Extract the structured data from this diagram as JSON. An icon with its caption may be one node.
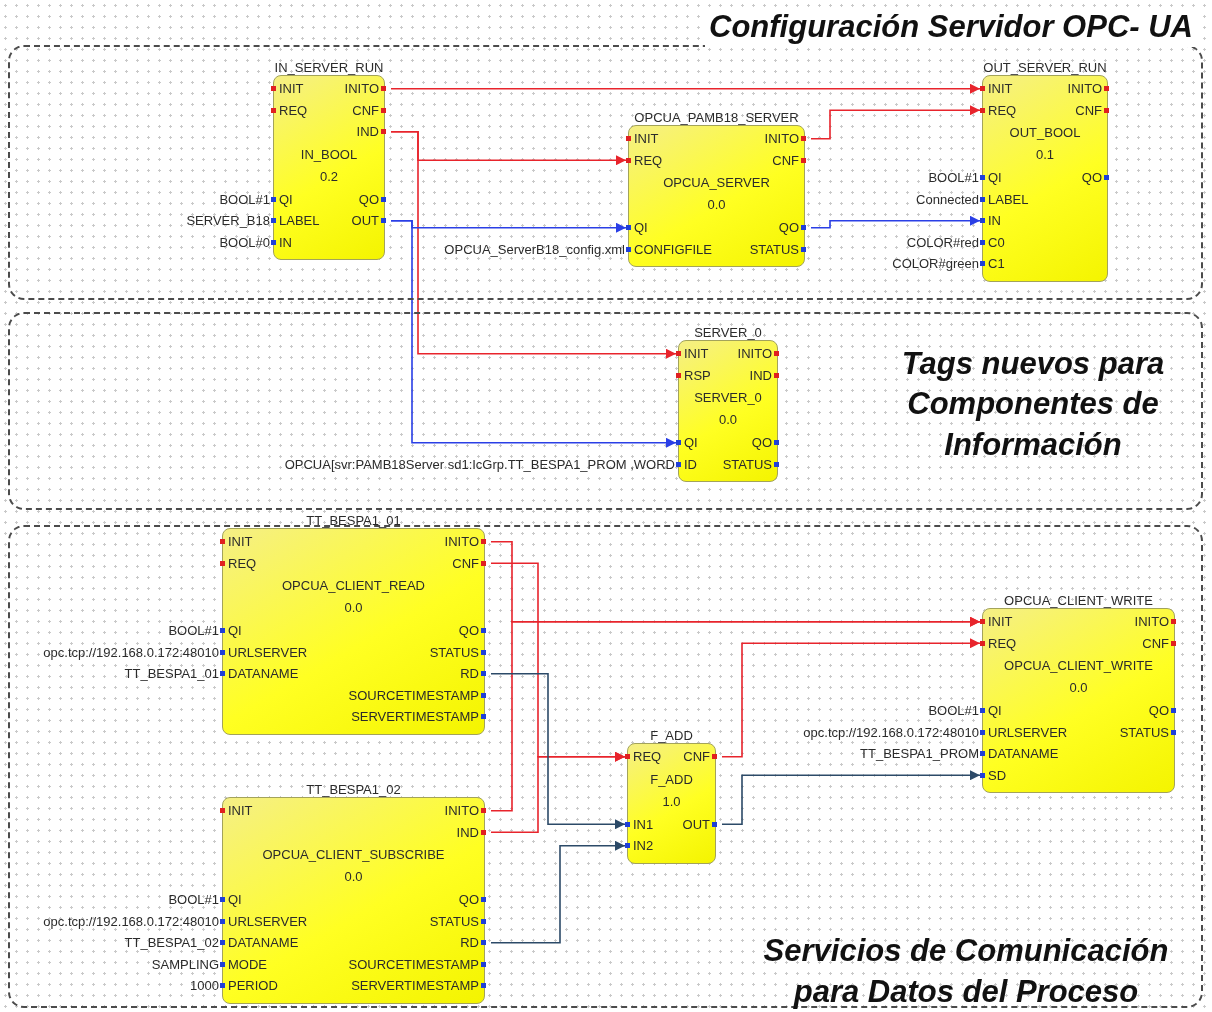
{
  "diagram": {
    "nodes": [
      {
        "text": [
          "Configuración Servidor OPC- UA"
        ]
      },
      {
        "text": [
          "IN_SERVER_RUN",
          "IN_BOOL",
          "0.2"
        ],
        "in": 0
      },
      {
        "text": [
          "INIT"
        ],
        "in": 1
      },
      {
        "text": [
          "INITO"
        ],
        "in": 1
      },
      {
        "text": [
          "REQ"
        ],
        "in": 1
      },
      {
        "text": [
          "CNF"
        ],
        "in": 1
      },
      {
        "text": [
          "IND"
        ],
        "in": 1
      },
      {
        "text": [
          "QI"
        ],
        "in": 1,
        "beside": [
          "BOOL#1"
        ]
      },
      {
        "text": [
          "QO"
        ],
        "in": 1
      },
      {
        "text": [
          "LABEL"
        ],
        "in": 1,
        "beside": [
          "SERVER_B18"
        ]
      },
      {
        "text": [
          "OUT"
        ],
        "in": 1
      },
      {
        "text": [
          "IN"
        ],
        "in": 1,
        "beside": [
          "BOOL#0"
        ]
      },
      {
        "text": [
          "OPCUA_PAMB18_SERVER",
          "OPCUA_SERVER",
          "0.0"
        ],
        "in": 0
      },
      {
        "text": [
          "INIT"
        ],
        "in": 12
      },
      {
        "text": [
          "INITO"
        ],
        "in": 12
      },
      {
        "text": [
          "REQ"
        ],
        "in": 12
      },
      {
        "text": [
          "CNF"
        ],
        "in": 12
      },
      {
        "text": [
          "QI"
        ],
        "in": 12
      },
      {
        "text": [
          "QO"
        ],
        "in": 12
      },
      {
        "text": [
          "CONFIGFILE"
        ],
        "in": 12,
        "beside": [
          "OPCUA_ServerB18_config.xml"
        ]
      },
      {
        "text": [
          "STATUS"
        ],
        "in": 12
      },
      {
        "text": [
          "OUT_SERVER_RUN",
          "OUT_BOOL",
          "0.1"
        ],
        "in": 0
      },
      {
        "text": [
          "INIT"
        ],
        "in": 21
      },
      {
        "text": [
          "INITO"
        ],
        "in": 21
      },
      {
        "text": [
          "REQ"
        ],
        "in": 21
      },
      {
        "text": [
          "CNF"
        ],
        "in": 21
      },
      {
        "text": [
          "QI"
        ],
        "in": 21,
        "beside": [
          "BOOL#1"
        ]
      },
      {
        "text": [
          "QO"
        ],
        "in": 21
      },
      {
        "text": [
          "LABEL"
        ],
        "in": 21,
        "beside": [
          "Connected"
        ]
      },
      {
        "text": [
          "IN"
        ],
        "in": 21
      },
      {
        "text": [
          "C0"
        ],
        "in": 21,
        "beside": [
          "COLOR#red"
        ]
      },
      {
        "text": [
          "C1"
        ],
        "in": 21,
        "beside": [
          "COLOR#green"
        ]
      },
      {
        "text": [
          "Tags nuevos para Componentes de Información"
        ]
      },
      {
        "text": [
          "SERVER_0",
          "SERVER_0",
          "0.0"
        ],
        "in": 32
      },
      {
        "text": [
          "INIT"
        ],
        "in": 33
      },
      {
        "text": [
          "INITO"
        ],
        "in": 33
      },
      {
        "text": [
          "RSP"
        ],
        "in": 33
      },
      {
        "text": [
          "IND"
        ],
        "in": 33
      },
      {
        "text": [
          "QI"
        ],
        "in": 33
      },
      {
        "text": [
          "QO"
        ],
        "in": 33
      },
      {
        "text": [
          "ID"
        ],
        "in": 33,
        "beside": [
          "OPCUA[svr:PAMB18Server sd1:IcGrp.TT_BESPA1_PROM ,WORD"
        ]
      },
      {
        "text": [
          "STATUS"
        ],
        "in": 33
      },
      {
        "text": [
          "Servicios de Comunicación para Datos del Proceso"
        ]
      },
      {
        "text": [
          "TT_BESPA1_01",
          "OPCUA_CLIENT_READ",
          "0.0"
        ],
        "in": 42
      },
      {
        "text": [
          "INIT"
        ],
        "in": 43
      },
      {
        "text": [
          "INITO"
        ],
        "in": 43
      },
      {
        "text": [
          "REQ"
        ],
        "in": 43
      },
      {
        "text": [
          "CNF"
        ],
        "in": 43
      },
      {
        "text": [
          "QI"
        ],
        "in": 43,
        "beside": [
          "BOOL#1"
        ]
      },
      {
        "text": [
          "QO"
        ],
        "in": 43
      },
      {
        "text": [
          "URLSERVER"
        ],
        "in": 43,
        "beside": [
          "opc.tcp://192.168.0.172:48010"
        ]
      },
      {
        "text": [
          "STATUS"
        ],
        "in": 43
      },
      {
        "text": [
          "DATANAME"
        ],
        "in": 43,
        "beside": [
          "TT_BESPA1_01"
        ]
      },
      {
        "text": [
          "RD"
        ],
        "in": 43
      },
      {
        "text": [
          "SOURCETIMESTAMP"
        ],
        "in": 43
      },
      {
        "text": [
          "SERVERTIMESTAMP"
        ],
        "in": 43
      },
      {
        "text": [
          "TT_BESPA1_02",
          "OPCUA_CLIENT_SUBSCRIBE",
          "0.0"
        ],
        "in": 42
      },
      {
        "text": [
          "INIT"
        ],
        "in": 56
      },
      {
        "text": [
          "INITO"
        ],
        "in": 56
      },
      {
        "text": [
          "IND"
        ],
        "in": 56
      },
      {
        "text": [
          "QI"
        ],
        "in": 56,
        "beside": [
          "BOOL#1"
        ]
      },
      {
        "text": [
          "QO"
        ],
        "in": 56
      },
      {
        "text": [
          "URLSERVER"
        ],
        "in": 56,
        "beside": [
          "opc.tcp://192.168.0.172:48010"
        ]
      },
      {
        "text": [
          "STATUS"
        ],
        "in": 56
      },
      {
        "text": [
          "DATANAME"
        ],
        "in": 56,
        "beside": [
          "TT_BESPA1_02"
        ]
      },
      {
        "text": [
          "RD"
        ],
        "in": 56
      },
      {
        "text": [
          "MODE"
        ],
        "in": 56,
        "beside": [
          "SAMPLING"
        ]
      },
      {
        "text": [
          "SOURCETIMESTAMP"
        ],
        "in": 56
      },
      {
        "text": [
          "PERIOD"
        ],
        "in": 56,
        "beside": [
          "1000"
        ]
      },
      {
        "text": [
          "SERVERTIMESTAMP"
        ],
        "in": 56
      },
      {
        "text": [
          "F_ADD",
          "F_ADD",
          "1.0"
        ],
        "in": 42
      },
      {
        "text": [
          "REQ"
        ],
        "in": 70
      },
      {
        "text": [
          "CNF"
        ],
        "in": 70
      },
      {
        "text": [
          "IN1"
        ],
        "in": 70
      },
      {
        "text": [
          "OUT"
        ],
        "in": 70
      },
      {
        "text": [
          "IN2"
        ],
        "in": 70
      },
      {
        "text": [
          "OPCUA_CLIENT_WRITE",
          "OPCUA_CLIENT_WRITE",
          "0.0"
        ],
        "in": 42
      },
      {
        "text": [
          "INIT"
        ],
        "in": 76
      },
      {
        "text": [
          "INITO"
        ],
        "in": 76
      },
      {
        "text": [
          "REQ"
        ],
        "in": 76
      },
      {
        "text": [
          "CNF"
        ],
        "in": 76
      },
      {
        "text": [
          "QI"
        ],
        "in": 76,
        "beside": [
          "BOOL#1"
        ]
      },
      {
        "text": [
          "QO"
        ],
        "in": 76
      },
      {
        "text": [
          "URLSERVER"
        ],
        "in": 76,
        "beside": [
          "opc.tcp://192.168.0.172:48010"
        ]
      },
      {
        "text": [
          "STATUS"
        ],
        "in": 76
      },
      {
        "text": [
          "DATANAME"
        ],
        "in": 76,
        "beside": [
          "TT_BESPA1_PROM"
        ]
      },
      {
        "text": [
          "SD"
        ],
        "in": 76
      }
    ],
    "edges": [
      {
        "from": 3,
        "to": 22,
        "arrow": "to"
      },
      {
        "from": 6,
        "to": 15,
        "arrow": "to"
      },
      {
        "from": 6,
        "to": 34,
        "arrow": "to"
      },
      {
        "from": 14,
        "to": 24,
        "arrow": "to"
      },
      {
        "from": 10,
        "to": 17,
        "arrow": "to",
        "color": "#2a3fe6"
      },
      {
        "from": 10,
        "to": 38,
        "arrow": "to",
        "color": "#2a3fe6"
      },
      {
        "from": 18,
        "to": 29,
        "arrow": "to",
        "color": "#2a3fe6"
      },
      {
        "from": 45,
        "to": 77,
        "arrow": "to"
      },
      {
        "from": 58,
        "to": 77,
        "arrow": "to"
      },
      {
        "from": 47,
        "to": 71,
        "arrow": "to"
      },
      {
        "from": 59,
        "to": 71,
        "arrow": "to"
      },
      {
        "from": 53,
        "to": 73,
        "arrow": "to",
        "color": "#2c4a68"
      },
      {
        "from": 65,
        "to": 75,
        "arrow": "to",
        "color": "#2c4a68"
      },
      {
        "from": 72,
        "to": 79,
        "arrow": "to"
      },
      {
        "from": 74,
        "to": 86,
        "arrow": "to",
        "color": "#2c4a68"
      }
    ]
  }
}
